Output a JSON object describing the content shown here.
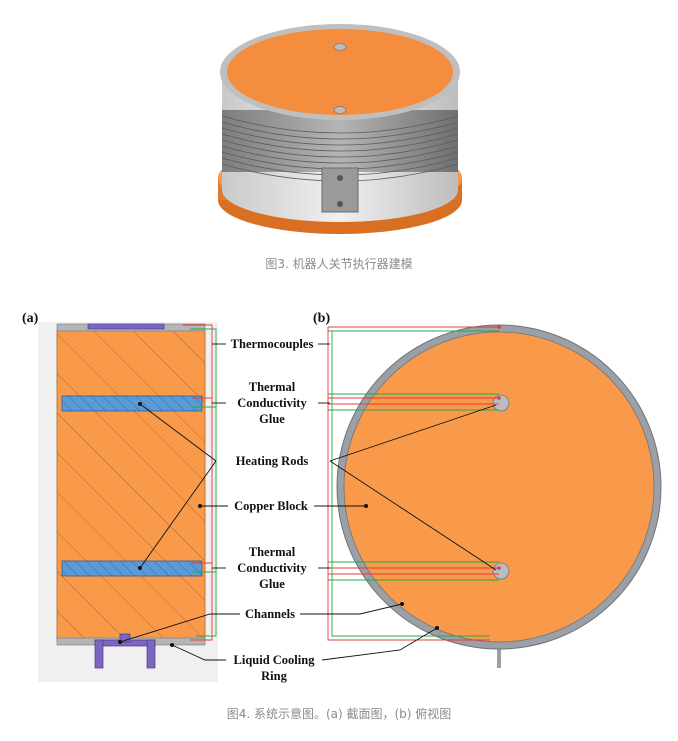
{
  "figure3": {
    "caption": "图3. 机器人关节执行器建模"
  },
  "figure4": {
    "caption": "图4. 系统示意图。(a) 截面图，(b) 俯视图",
    "panel_a_tag": "(a)",
    "panel_b_tag": "(b)",
    "labels": {
      "thermocouples": "Thermocouples",
      "thermal_glue_top": [
        "Thermal",
        "Conductivity",
        "Glue"
      ],
      "heating_rods": "Heating Rods",
      "copper_block": "Copper Block",
      "thermal_glue_bottom": [
        "Thermal",
        "Conductivity",
        "Glue"
      ],
      "channels": "Channels",
      "liquid_cooling_ring": [
        "Liquid Cooling",
        "Ring"
      ]
    },
    "colors": {
      "copper": "#f89a4a",
      "rod": "#5b9bd5",
      "ring": "#9aa0a6",
      "channel": "#8a6fbf",
      "wire_red": "#e23c3c",
      "wire_green": "#2aa84a"
    }
  }
}
